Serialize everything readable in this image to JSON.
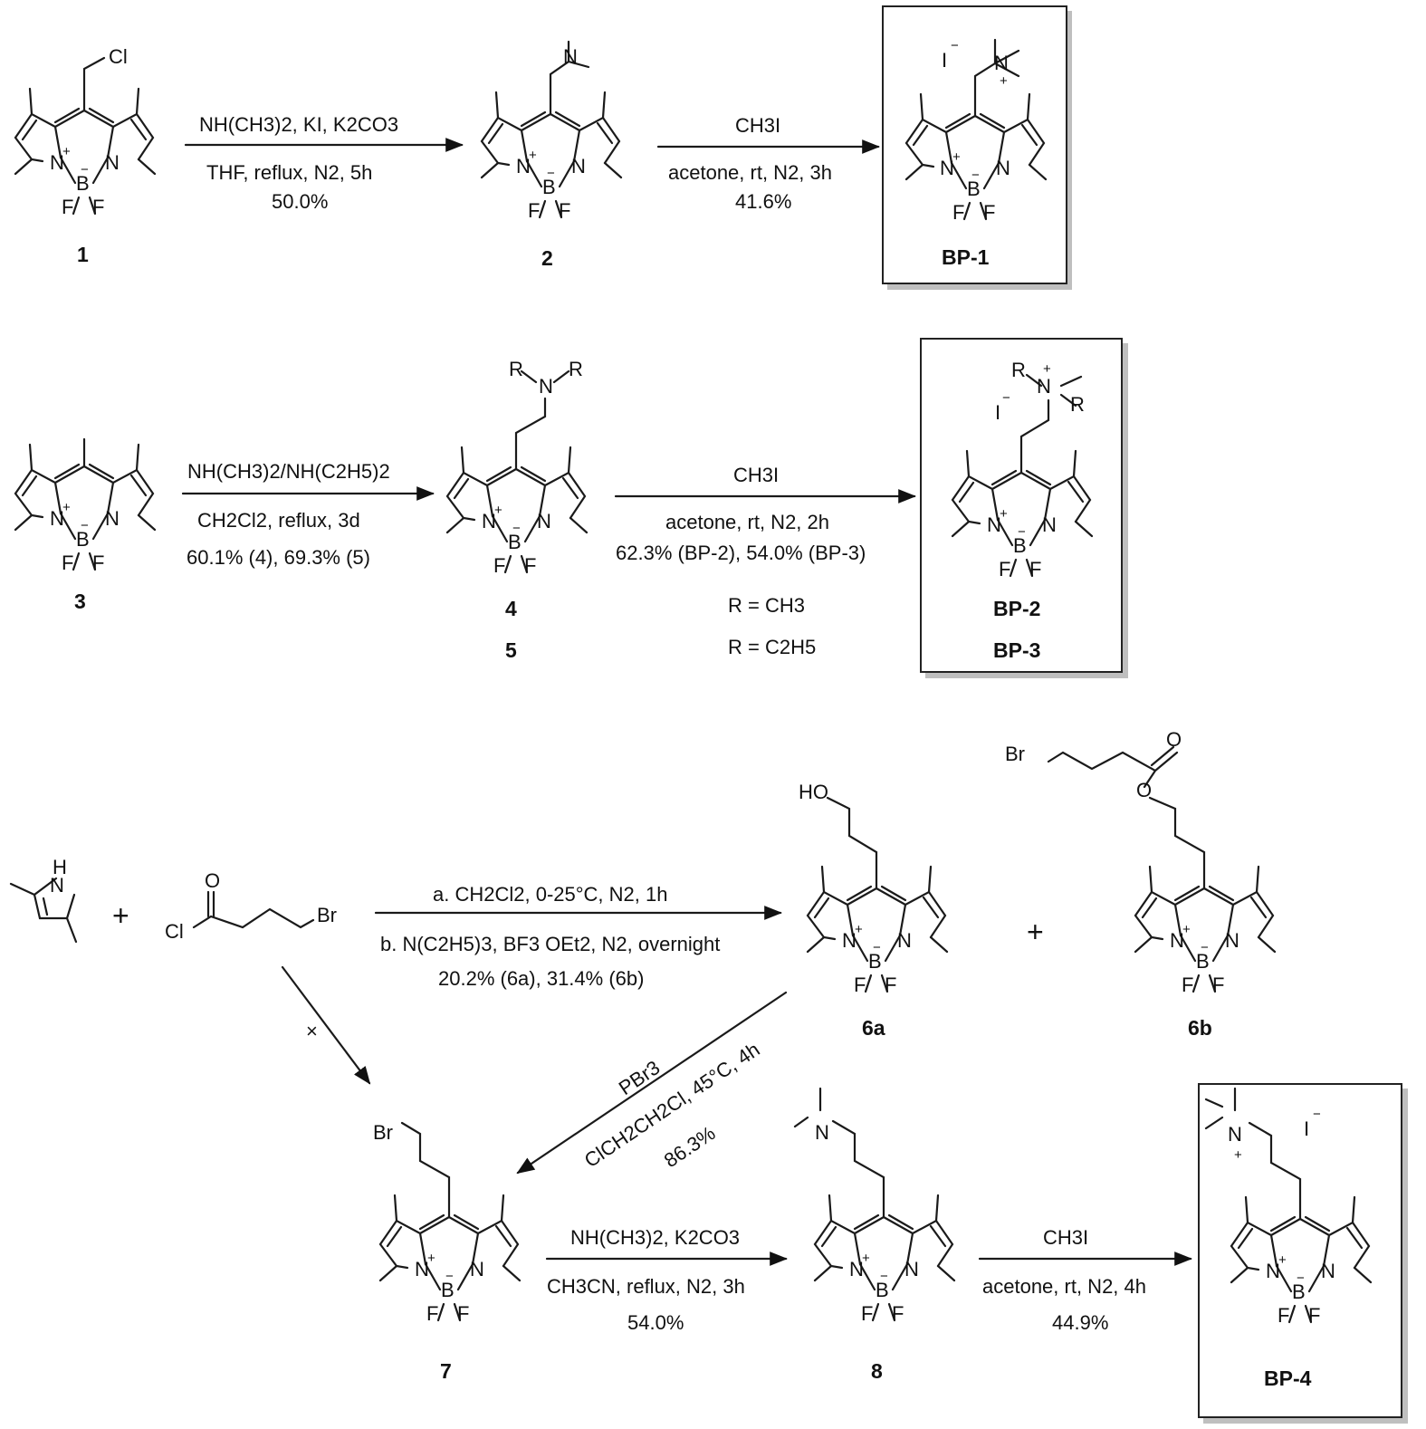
{
  "labels": {
    "c1": "1",
    "c2": "2",
    "bp1": "BP-1",
    "c3": "3",
    "c4": "4",
    "c5": "5",
    "bp2": "BP-2",
    "bp3": "BP-3",
    "c6a": "6a",
    "c6b": "6b",
    "c7": "7",
    "c8": "8",
    "bp4": "BP-4"
  },
  "atoms": {
    "N": "N",
    "B": "B",
    "F": "F",
    "Cl": "Cl",
    "Br": "Br",
    "O": "O",
    "HO": "HO",
    "H": "H",
    "R": "R",
    "I": "I",
    "plus": "+",
    "minus": "−"
  },
  "steps": {
    "s1": {
      "top": "NH(CH3)2, KI, K2CO3",
      "mid": "THF, reflux, N2, 5h",
      "yield": "50.0%"
    },
    "s2": {
      "top": "CH3I",
      "mid": "acetone, rt, N2, 3h",
      "yield": "41.6%"
    },
    "s3": {
      "top": "NH(CH3)2/NH(C2H5)2",
      "mid": "CH2Cl2, reflux, 3d",
      "yield": "60.1% (4), 69.3% (5)"
    },
    "s4": {
      "top": "CH3I",
      "mid": "acetone, rt, N2, 2h",
      "yield": "62.3% (BP-2), 54.0% (BP-3)",
      "r1": "R = CH3",
      "r2": "R = C2H5"
    },
    "s5": {
      "a": "a. CH2Cl2, 0-25°C, N2, 1h",
      "b": "b. N(C2H5)3, BF3 OEt2, N2, overnight",
      "yield": "20.2% (6a), 31.4% (6b)"
    },
    "s6": {
      "reagent": "PBr3",
      "cond": "ClCH2CH2Cl, 45°C, 4h",
      "yield": "86.3%"
    },
    "s7": {
      "top": "NH(CH3)2, K2CO3",
      "mid": "CH3CN, reflux, N2, 3h",
      "yield": "54.0%"
    },
    "s8": {
      "top": "CH3I",
      "mid": "acetone, rt, N2, 4h",
      "yield": "44.9%"
    }
  },
  "signs": {
    "plus": "+",
    "blocked": "×"
  }
}
